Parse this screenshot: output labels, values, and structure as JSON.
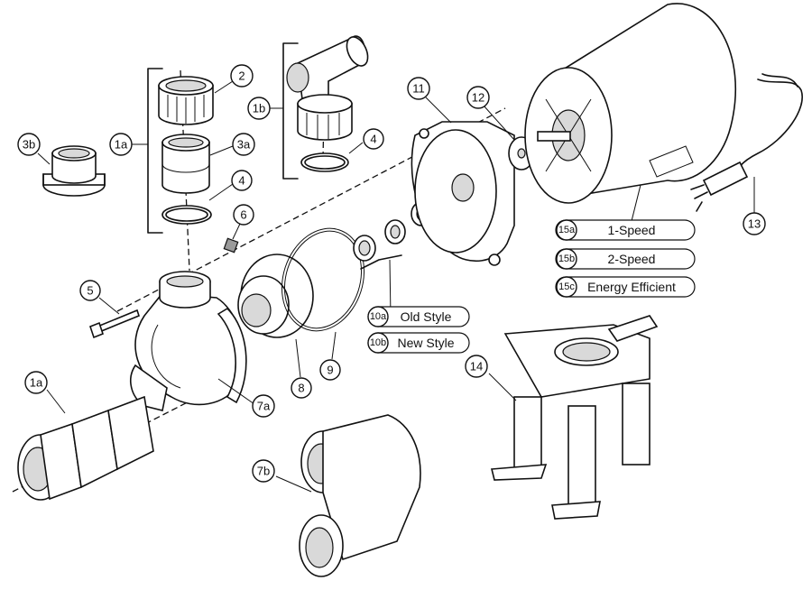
{
  "callouts": {
    "c2": "2",
    "c1a_top": "1a",
    "c3a": "3a",
    "c3b": "3b",
    "c4_left": "4",
    "c6": "6",
    "c1b": "1b",
    "c4_right": "4",
    "c11": "11",
    "c12": "12",
    "c13": "13",
    "c5": "5",
    "c7a": "7a",
    "c8": "8",
    "c9": "9",
    "c1a_bottom": "1a",
    "c7b": "7b",
    "c14": "14"
  },
  "motor_options": [
    {
      "id": "15a",
      "label": "1-Speed"
    },
    {
      "id": "15b",
      "label": "2-Speed"
    },
    {
      "id": "15c",
      "label": "Energy Efficient"
    }
  ],
  "impeller_options": [
    {
      "id": "10a",
      "label": "Old Style"
    },
    {
      "id": "10b",
      "label": "New Style"
    }
  ]
}
